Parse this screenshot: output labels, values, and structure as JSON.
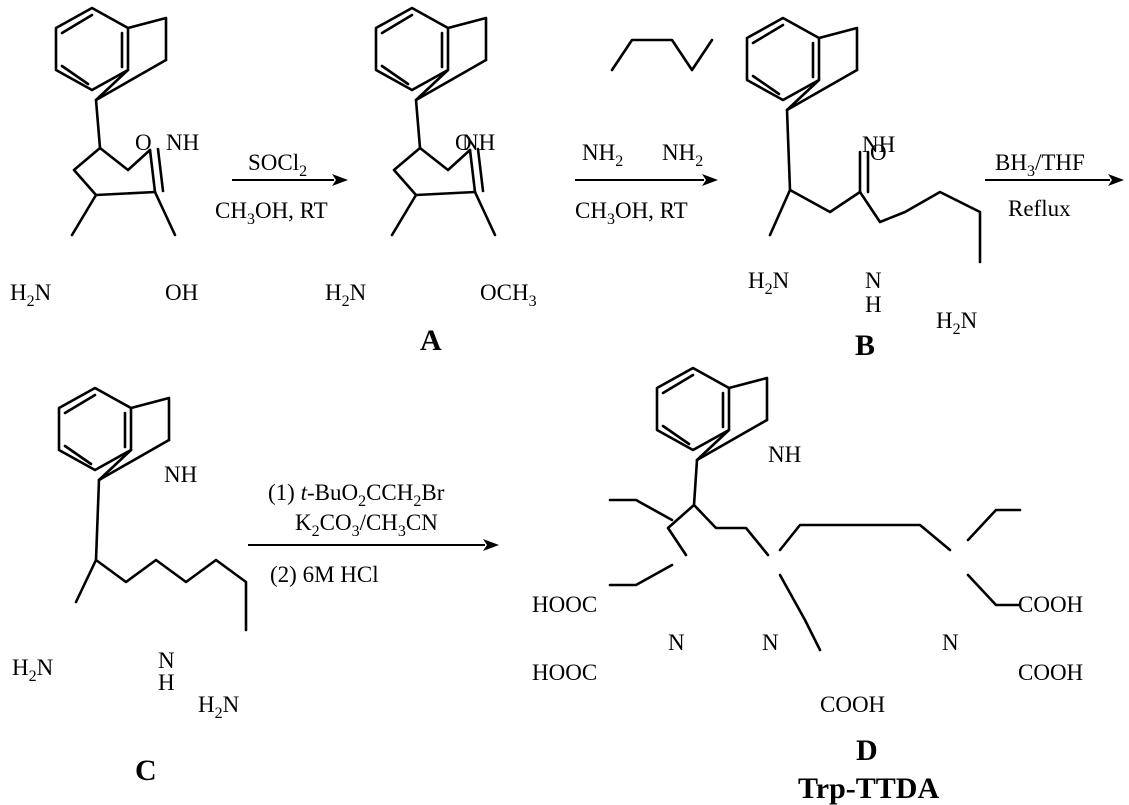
{
  "atoms": {
    "nh": "NH",
    "h2n": "H2N",
    "oh": "OH",
    "och3": "OCH3",
    "o": "O",
    "nh2": "NH2",
    "n": "N",
    "h": "H",
    "hooc": "HOOC",
    "cooh": "COOH"
  },
  "compounds": {
    "A": "A",
    "B": "B",
    "C": "C",
    "D": "D",
    "D_name": "Trp-TTDA"
  },
  "reactions": [
    {
      "step": 1,
      "reagent": "SOCl2",
      "conditions": "CH3OH, RT"
    },
    {
      "step": 2,
      "reagent": "NH2  NH2 (1,3-diaminopropane)",
      "conditions": "CH3OH, RT"
    },
    {
      "step": 3,
      "reagent": "BH3/THF",
      "conditions": "Reflux"
    },
    {
      "step": 4,
      "reagent": "(1) t-BuO2CCH2Br  K2CO3/CH3CN",
      "conditions": "(2) 6M HCl"
    }
  ]
}
